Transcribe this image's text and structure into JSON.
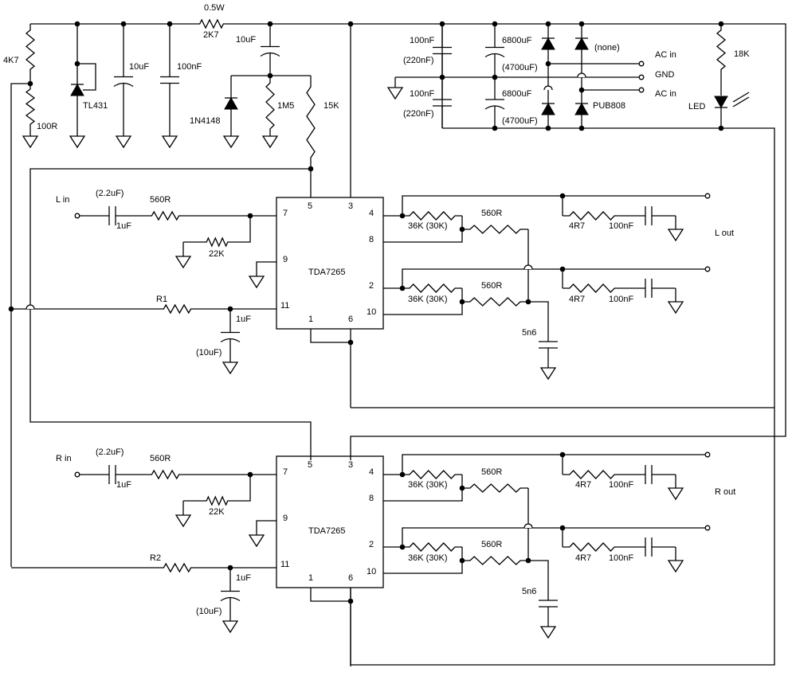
{
  "supply": {
    "r_top": "4K7",
    "r_bot": "100R",
    "ref": "TL431",
    "c_ref": "10uF",
    "c_bypass": "100nF",
    "r_series_power": "0.5W",
    "r_series": "2K7",
    "c_boot": "10uF",
    "diode": "1N4148",
    "r_1m": "1M5",
    "r_15k": "15K",
    "c_filter1": "100nF",
    "c_filter1_alt": "(220nF)",
    "c_filter2": "100nF",
    "c_filter2_alt": "(220nF)",
    "c_bulk1": "6800uF",
    "c_bulk1_alt": "(4700uF)",
    "c_bulk2": "6800uF",
    "c_bulk2_alt": "(4700uF)",
    "bridge_note": "(none)",
    "bridge": "PUB808",
    "ac_in_1": "AC in",
    "gnd": "GND",
    "ac_in_2": "AC in",
    "r_led": "18K",
    "led": "LED"
  },
  "channels": [
    {
      "in_label": "L in",
      "out_label": "L out",
      "ic": "TDA7265",
      "c_in_alt": "(2.2uF)",
      "c_in": "1uF",
      "r_in": "560R",
      "r_bias": "22K",
      "r_mute": "R1",
      "c_mute": "1uF",
      "c_mute_alt": "(10uF)",
      "pins": [
        "5",
        "3",
        "7",
        "9",
        "11",
        "1",
        "6",
        "4",
        "8",
        "2",
        "10"
      ],
      "r_fb_a": "36K (30K)",
      "r_fb_b": "36K (30K)",
      "r_g_a": "560R",
      "r_g_b": "560R",
      "c_g": "5n6",
      "zobel_r_a": "4R7",
      "zobel_c_a": "100nF",
      "zobel_r_b": "4R7",
      "zobel_c_b": "100nF"
    },
    {
      "in_label": "R in",
      "out_label": "R out",
      "ic": "TDA7265",
      "c_in_alt": "(2.2uF)",
      "c_in": "1uF",
      "r_in": "560R",
      "r_bias": "22K",
      "r_mute": "R2",
      "c_mute": "1uF",
      "c_mute_alt": "(10uF)",
      "pins": [
        "5",
        "3",
        "7",
        "9",
        "11",
        "1",
        "6",
        "4",
        "8",
        "2",
        "10"
      ],
      "r_fb_a": "36K (30K)",
      "r_fb_b": "36K (30K)",
      "r_g_a": "560R",
      "r_g_b": "560R",
      "c_g": "5n6",
      "zobel_r_a": "4R7",
      "zobel_c_a": "100nF",
      "zobel_r_b": "4R7",
      "zobel_c_b": "100nF"
    }
  ]
}
